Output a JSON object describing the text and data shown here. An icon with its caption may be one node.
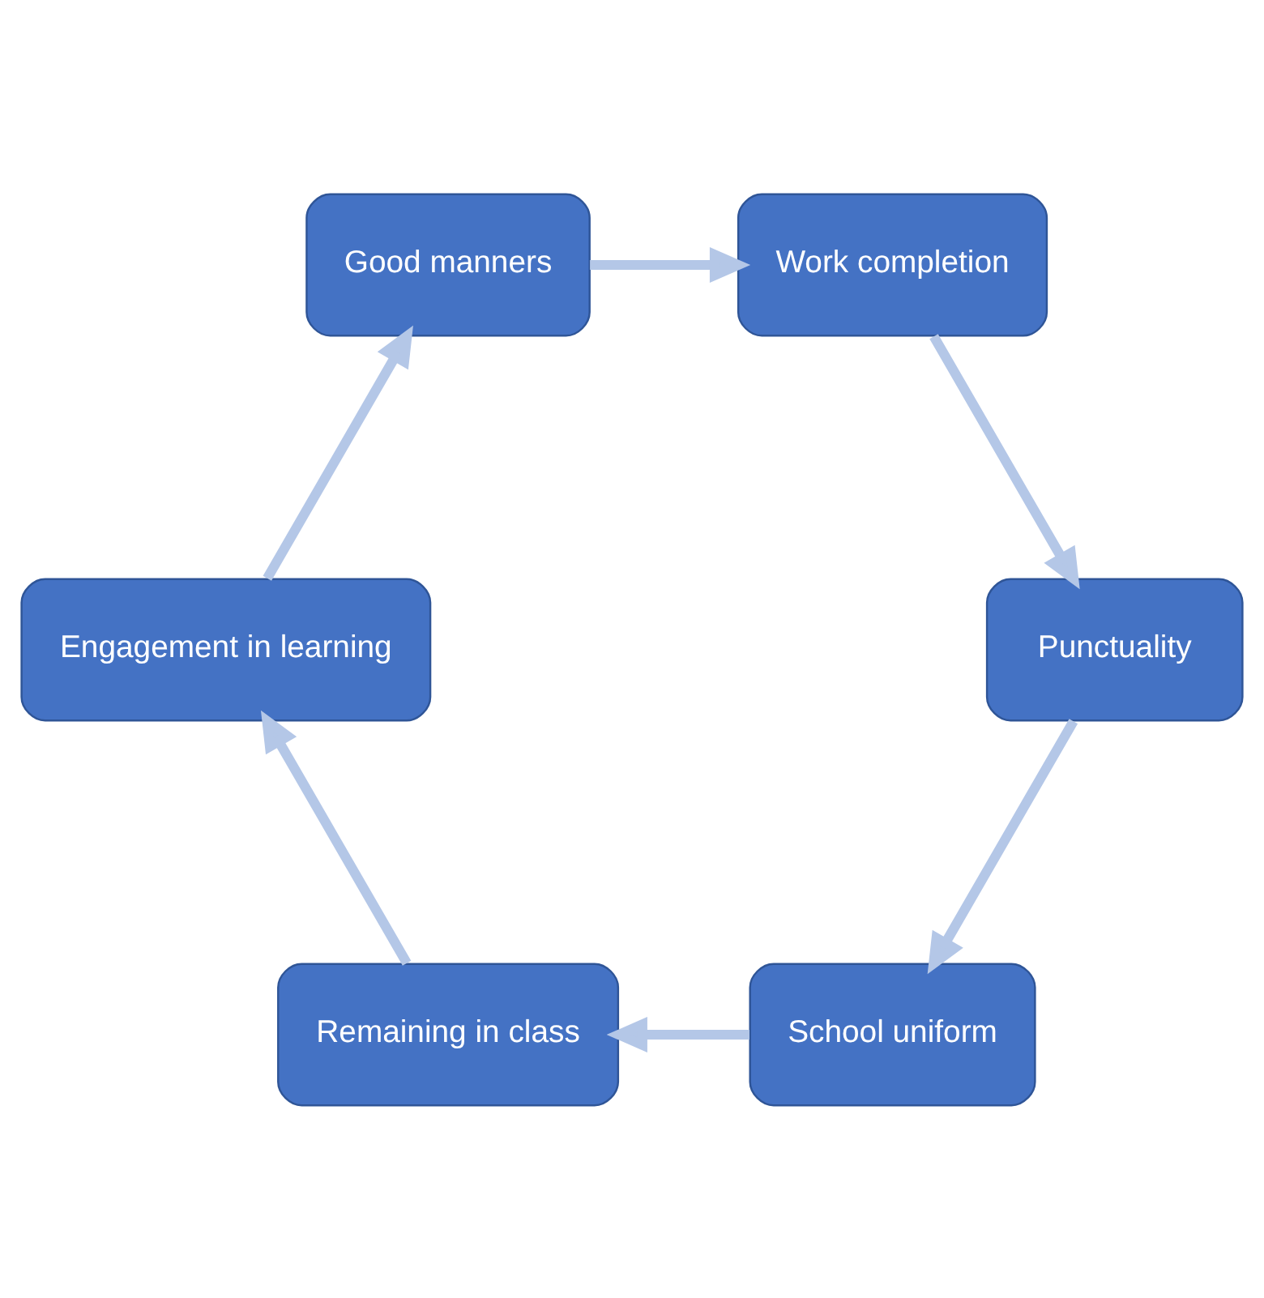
{
  "diagram": {
    "nodes": [
      {
        "text": [
          "School uniform"
        ]
      },
      {
        "text": [
          "Remaining in class"
        ]
      },
      {
        "text": [
          "Engagement in learning"
        ]
      },
      {
        "text": [
          "Good manners"
        ]
      },
      {
        "text": [
          "Work completion"
        ]
      },
      {
        "text": [
          "Punctuality"
        ]
      }
    ],
    "edges": [
      {
        "from": 0,
        "to": 1,
        "arrow": "to"
      },
      {
        "from": 1,
        "to": 2,
        "arrow": "to"
      },
      {
        "from": 2,
        "to": 3,
        "arrow": "to"
      },
      {
        "from": 3,
        "to": 4,
        "arrow": "to"
      },
      {
        "from": 4,
        "to": 5,
        "arrow": "to"
      },
      {
        "from": 5,
        "to": 0,
        "arrow": "to"
      }
    ]
  }
}
